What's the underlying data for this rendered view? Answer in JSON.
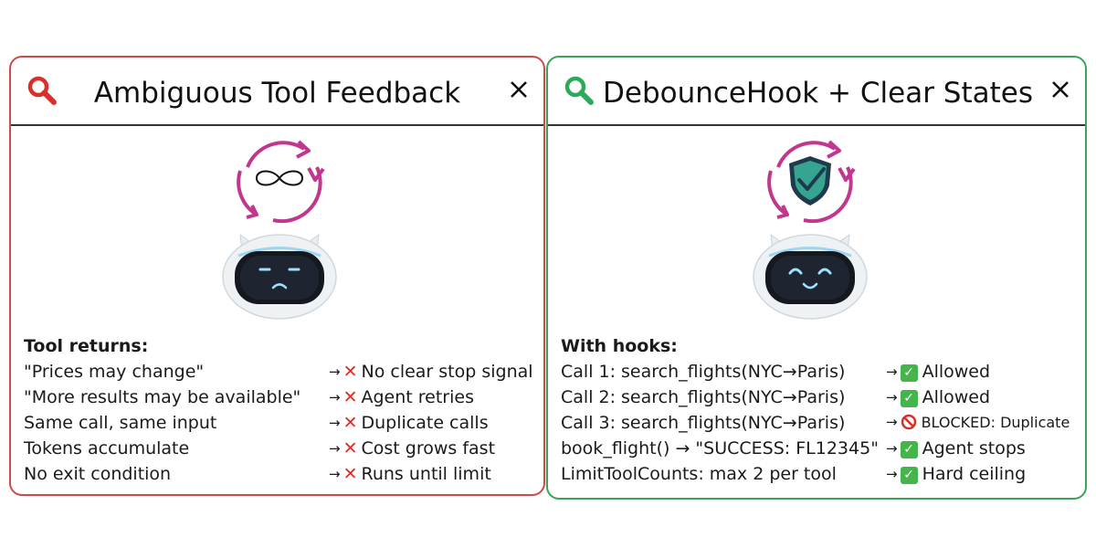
{
  "left_panel": {
    "title": "Ambiguous Tool Feedback",
    "heading": "Tool returns:",
    "rows": [
      {
        "call": " \"Prices may change\"",
        "arrow": "→",
        "result": "No clear stop signal"
      },
      {
        "call": " \"More results may be available\"",
        "arrow": "→",
        "result": "Agent retries"
      },
      {
        "call": "Same call, same input",
        "arrow": "→",
        "result": "Duplicate calls"
      },
      {
        "call": "Tokens accumulate",
        "arrow": "→",
        "result": "Cost grows fast"
      },
      {
        "call": "No exit condition",
        "arrow": "→",
        "result": "Runs until limit"
      }
    ],
    "accent_color": "#cf4a4a"
  },
  "right_panel": {
    "title": "DebounceHook + Clear States",
    "heading": "With hooks:",
    "rows": [
      {
        "call": "Call 1: search_flights(NYC→Paris)",
        "arrow": "→",
        "result": "Allowed",
        "status": "allowed"
      },
      {
        "call": "Call 2: search_flights(NYC→Paris)",
        "arrow": "→",
        "result": "Allowed",
        "status": "allowed"
      },
      {
        "call": "Call 3: search_flights(NYC→Paris)",
        "arrow": "→",
        "result": "BLOCKED: Duplicate",
        "status": "blocked"
      },
      {
        "call": "book_flight() → \"SUCCESS: FL12345\"",
        "arrow": "→",
        "result": "Agent stops",
        "status": "allowed"
      },
      {
        "call": "LimitToolCounts: max 2 per tool",
        "arrow": "→",
        "result": "Hard ceiling",
        "status": "allowed"
      }
    ],
    "accent_color": "#3aa35c"
  },
  "icons": {
    "left_illustration": "robot-infinite-loop-icon",
    "right_illustration": "robot-shield-check-icon"
  }
}
